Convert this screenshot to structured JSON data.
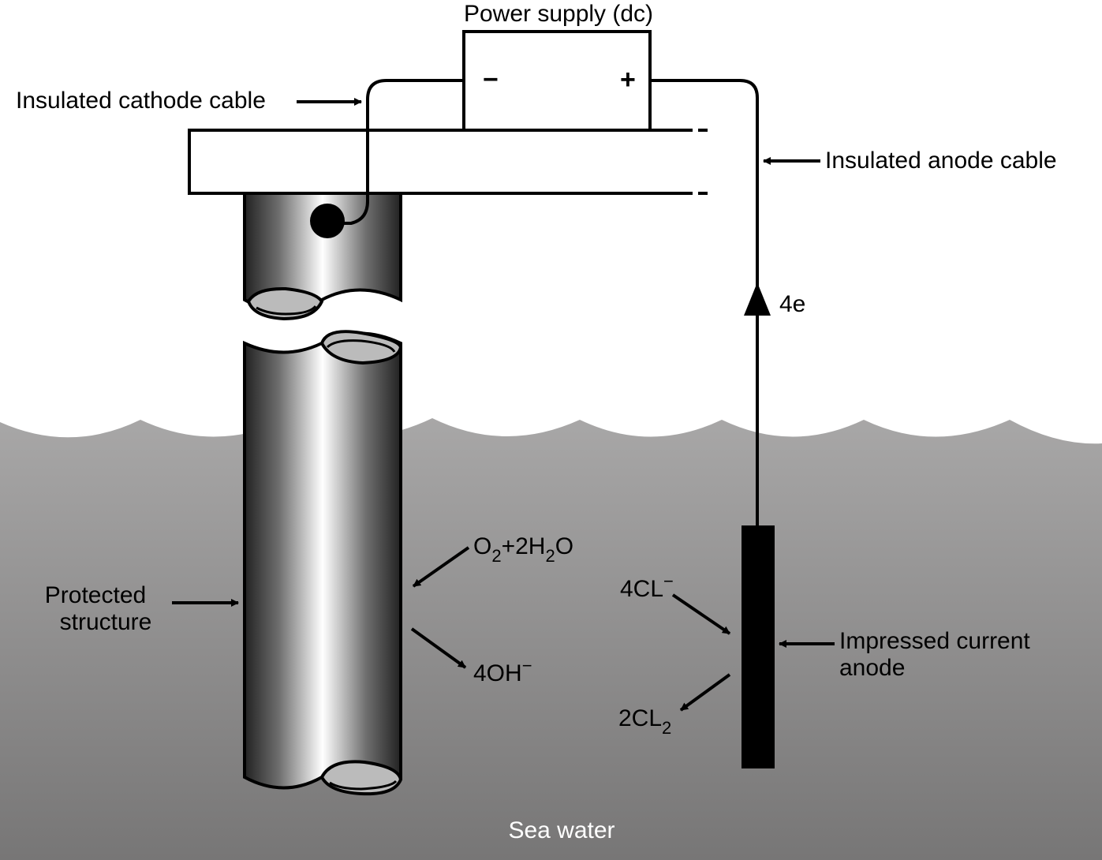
{
  "labels": {
    "power_supply": "Power supply (dc)",
    "minus": "−",
    "plus": "+",
    "cathode_cable": "Insulated cathode cable",
    "anode_cable": "Insulated anode cable",
    "electrons": "4e",
    "protected_structure_line1": "Protected",
    "protected_structure_line2": "structure",
    "o2": "O",
    "o2_sub": "2",
    "h2o_prefix": "+2H",
    "h2o_sub": "2",
    "h2o_suffix": "O",
    "hydroxide": "4OH",
    "hydroxide_sup": "−",
    "chloride": "4CL",
    "chloride_sup": "−",
    "chlorine": "2CL",
    "chlorine_sub": "2",
    "anode_line1": "Impressed current",
    "anode_line2": "anode",
    "sea_water": "Sea water"
  },
  "colors": {
    "sea_top": "#a6a5a5",
    "sea_bottom": "#797878",
    "ink": "#000000",
    "pipe_dark": "#1a1a1a",
    "pipe_light": "#ffffff"
  }
}
